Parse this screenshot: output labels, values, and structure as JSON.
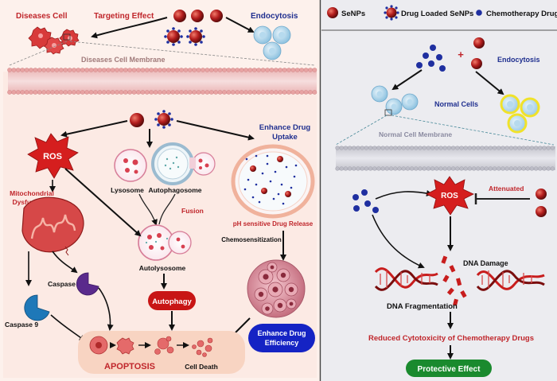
{
  "legend": {
    "senps": "SeNPs",
    "drug_loaded": "Drug Loaded SeNPs",
    "chemo": "Chemotherapy Drugs"
  },
  "left": {
    "diseases_cell": "Diseases Cell",
    "targeting_effect": "Targeting Effect",
    "endocytosis": "Endocytosis",
    "membrane": "Diseases Cell Membrane",
    "ros": "ROS",
    "lysosome": "Lysosome",
    "autophagosome": "Autophagosome",
    "fusion": "Fusion",
    "autolysosome": "Autolysosome",
    "autophagy": "Autophagy",
    "enhance_uptake_1": "Enhance Drug",
    "enhance_uptake_2": "Uptake",
    "ph_release": "pH sensitive Drug Release",
    "chemosensitization": "Chemosensitization",
    "mito_1": "Mitochondrial",
    "mito_2": "Dysfunction",
    "caspase3": "Caspase 3",
    "caspase9": "Caspase 9",
    "apoptosis": "APOPTOSIS",
    "cell_death": "Cell Death",
    "enhance_eff_1": "Enhance Drug",
    "enhance_eff_2": "Efficiency"
  },
  "right": {
    "endocytosis": "Endocytosis",
    "normal_cells": "Normal Cells",
    "membrane": "Normal Cell Membrane",
    "ros": "ROS",
    "attenuated": "Attenuated",
    "dna_damage": "DNA Damage",
    "dna_fragmentation": "DNA Fragmentation",
    "reduced": "Reduced Cytotoxicity of Chemotherapy Drugs",
    "protective": "Protective Effect"
  },
  "colors": {
    "red_label": "#c0262b",
    "blue_label": "#1f2f8f",
    "senp": "#b01c1c",
    "chemo_dot": "#1f2fa0",
    "left_bg": "#fdf1ec",
    "right_bg": "#ececf0"
  }
}
